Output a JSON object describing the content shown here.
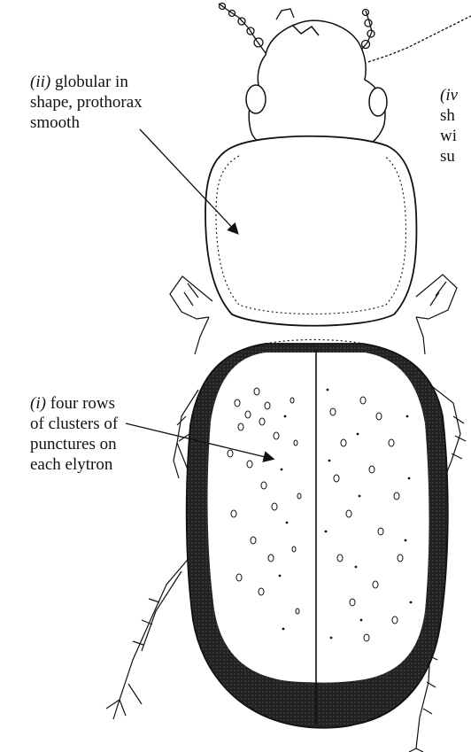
{
  "labels": {
    "ii": {
      "num": "(ii)",
      "lines": [
        " globular in",
        "shape, prothorax",
        "smooth"
      ]
    },
    "i": {
      "num": "(i)",
      "lines": [
        " four rows",
        "of clusters of",
        "punctures on",
        "each elytron"
      ]
    },
    "iv": {
      "num": "(iv",
      "lines": [
        "",
        "sh",
        "wi",
        "su"
      ]
    }
  },
  "colors": {
    "ink": "#111111",
    "paper": "#ffffff"
  }
}
